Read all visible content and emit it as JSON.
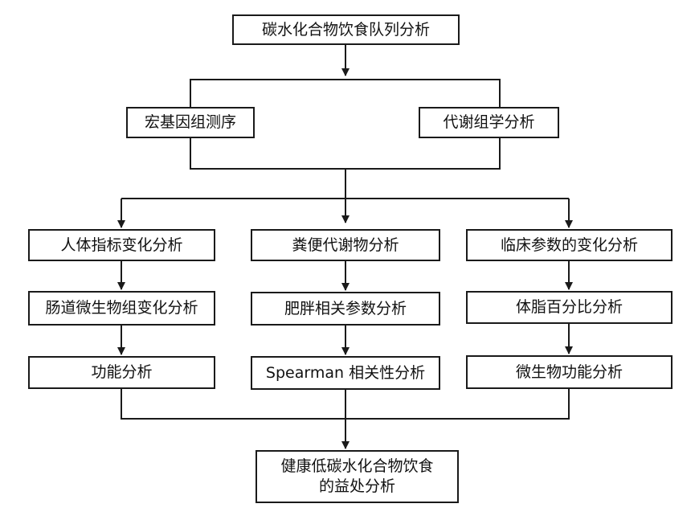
{
  "colors": {
    "stroke": "#1a1a1a",
    "box_fill": "#ffffff",
    "text": "#111111"
  },
  "nodes": {
    "top": "碳水化合物饮食队列分析",
    "metagenome": "宏基因组测序",
    "metabolomics": "代谢组学分析",
    "human_index": "人体指标变化分析",
    "fecal_metabolite": "粪便代谢物分析",
    "clinical_param": "临床参数的变化分析",
    "gut_microbe": "肠道微生物组变化分析",
    "obesity_param": "肥胖相关参数分析",
    "body_fat": "体脂百分比分析",
    "function": "功能分析",
    "spearman": "Spearman 相关性分析",
    "microbe_function": "微生物功能分析",
    "bottom": "健康低碳水化合物饮食的益处分析"
  }
}
